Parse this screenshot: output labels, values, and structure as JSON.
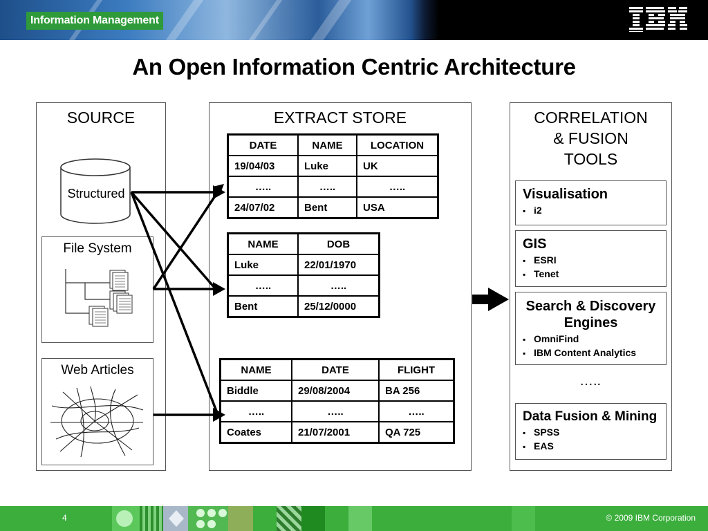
{
  "header": {
    "brand": "Information Management",
    "logo": "IBM"
  },
  "title": "An Open Information Centric Architecture",
  "source": {
    "title": "SOURCE",
    "structured": "Structured",
    "file_system": "File System",
    "web_articles": "Web Articles"
  },
  "extract": {
    "title": "EXTRACT STORE",
    "table1": {
      "headers": [
        "DATE",
        "NAME",
        "LOCATION"
      ],
      "rows": [
        [
          "19/04/03",
          "Luke",
          "UK"
        ],
        [
          "…..",
          "…..",
          "….."
        ],
        [
          "24/07/02",
          "Bent",
          "USA"
        ]
      ]
    },
    "table2": {
      "headers": [
        "NAME",
        "DOB"
      ],
      "rows": [
        [
          "Luke",
          "22/01/1970"
        ],
        [
          "…..",
          "….."
        ],
        [
          "Bent",
          "25/12/0000"
        ]
      ]
    },
    "table3": {
      "headers": [
        "NAME",
        "DATE",
        "FLIGHT"
      ],
      "rows": [
        [
          "Biddle",
          "29/08/2004",
          "BA 256"
        ],
        [
          "…..",
          "…..",
          "….."
        ],
        [
          "Coates",
          "21/07/2001",
          "QA 725"
        ]
      ]
    }
  },
  "tools": {
    "title_lines": [
      "CORRELATION",
      "& FUSION",
      "TOOLS"
    ],
    "boxes": [
      {
        "heading": "Visualisation",
        "items": [
          "i2"
        ]
      },
      {
        "heading": "GIS",
        "items": [
          "ESRI",
          "Tenet"
        ]
      },
      {
        "heading_lines": [
          "Search & Discovery",
          "Engines"
        ],
        "items": [
          "OmniFind",
          "IBM Content Analytics"
        ]
      },
      {
        "heading": "Data Fusion & Mining",
        "items": [
          "SPSS",
          "EAS"
        ]
      }
    ],
    "ellipsis": "….."
  },
  "footer": {
    "page": "4",
    "copyright": "© 2009  IBM Corporation"
  }
}
